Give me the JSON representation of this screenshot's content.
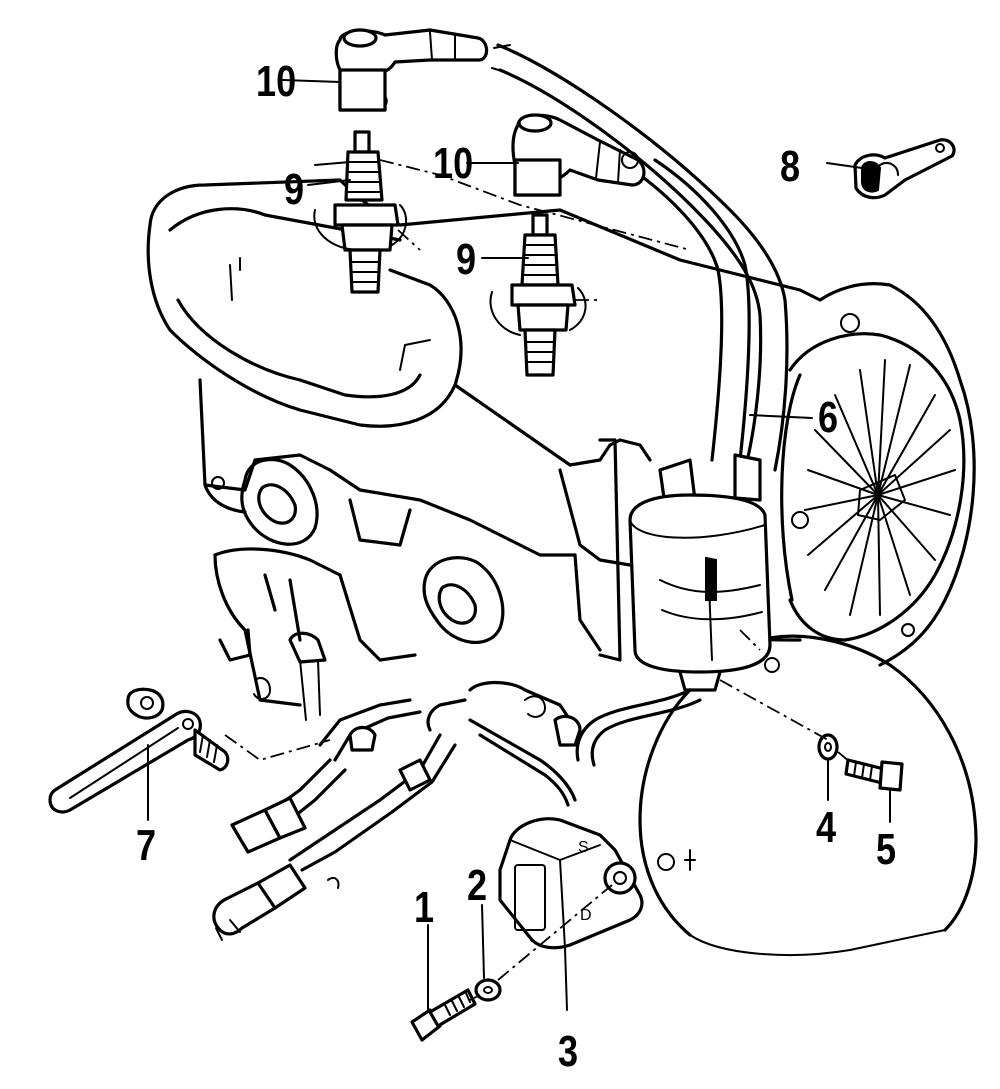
{
  "callouts": {
    "c1": "1",
    "c2": "2",
    "c3": "3",
    "c4": "4",
    "c5": "5",
    "c6": "6",
    "c7": "7",
    "c8": "8",
    "c9a": "9",
    "c9b": "9",
    "c10a": "10",
    "c10b": "10"
  },
  "colors": {
    "ink": "#000000",
    "paper": "#ffffff"
  }
}
